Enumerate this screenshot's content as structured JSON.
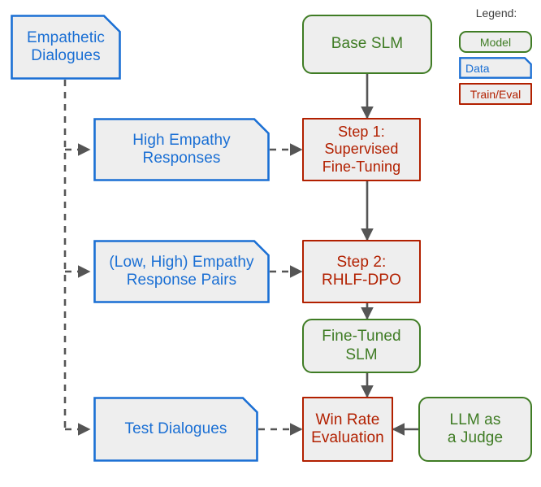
{
  "figure": {
    "kind": "flowchart",
    "background": "#ffffff",
    "node_fill": "#eeeeee",
    "edge_color": "#555555"
  },
  "colors": {
    "model_green": "#3f7c24",
    "data_blue": "#1a6fd4",
    "train_red": "#b22000",
    "legend_text": "#3f3f3f",
    "arrow_gray": "#555555"
  },
  "legend": {
    "title": "Legend:",
    "items": [
      {
        "label": "Model",
        "type": "model",
        "color": "#3f7c24"
      },
      {
        "label": "Data",
        "type": "data",
        "color": "#1a6fd4"
      },
      {
        "label": "Train/Eval",
        "type": "train",
        "color": "#b22000"
      }
    ]
  },
  "nodes": {
    "empathetic_dialogues": {
      "label": "Empathetic\nDialogues",
      "type": "data"
    },
    "base_slm": {
      "label": "Base SLM",
      "type": "model"
    },
    "high_empathy_responses": {
      "label": "High Empathy\nResponses",
      "type": "data"
    },
    "step1": {
      "label": "Step 1:\nSupervised\nFine-Tuning",
      "type": "train"
    },
    "empathy_pairs": {
      "label": "(Low, High) Empathy\nResponse Pairs",
      "type": "data"
    },
    "step2": {
      "label": "Step 2:\nRHLF-DPO",
      "type": "train"
    },
    "fine_tuned_slm": {
      "label": "Fine-Tuned\nSLM",
      "type": "model"
    },
    "test_dialogues": {
      "label": "Test Dialogues",
      "type": "data"
    },
    "win_rate_evaluation": {
      "label": "Win Rate\nEvaluation",
      "type": "train"
    },
    "llm_as_a_judge": {
      "label": "LLM as\na Judge",
      "type": "model"
    }
  },
  "edges": [
    {
      "from": "empathetic_dialogues",
      "to": "high_empathy_responses",
      "style": "dashed"
    },
    {
      "from": "empathetic_dialogues",
      "to": "empathy_pairs",
      "style": "dashed"
    },
    {
      "from": "empathetic_dialogues",
      "to": "test_dialogues",
      "style": "dashed"
    },
    {
      "from": "high_empathy_responses",
      "to": "step1",
      "style": "dashed"
    },
    {
      "from": "empathy_pairs",
      "to": "step2",
      "style": "dashed"
    },
    {
      "from": "test_dialogues",
      "to": "win_rate_evaluation",
      "style": "dashed"
    },
    {
      "from": "base_slm",
      "to": "step1",
      "style": "solid"
    },
    {
      "from": "step1",
      "to": "step2",
      "style": "solid"
    },
    {
      "from": "step2",
      "to": "fine_tuned_slm",
      "style": "solid"
    },
    {
      "from": "fine_tuned_slm",
      "to": "win_rate_evaluation",
      "style": "solid"
    },
    {
      "from": "llm_as_a_judge",
      "to": "win_rate_evaluation",
      "style": "solid"
    }
  ]
}
